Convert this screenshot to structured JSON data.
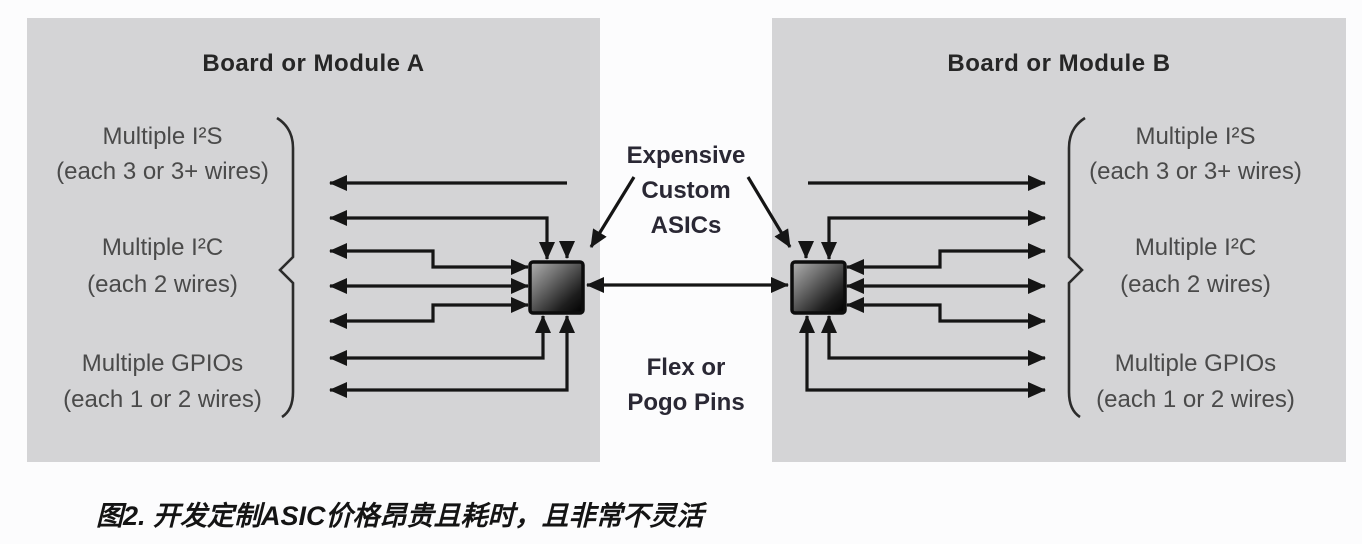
{
  "figure": {
    "caption": "图2. 开发定制ASIC价格昂贵且耗时，且非常不灵活"
  },
  "panel_a": {
    "title": "Board or Module A",
    "groups": [
      {
        "name": "Multiple I²S",
        "detail": "(each 3 or 3+ wires)"
      },
      {
        "name": "Multiple I²C",
        "detail": "(each 2 wires)"
      },
      {
        "name": "Multiple GPIOs",
        "detail": "(each 1 or 2 wires)"
      }
    ]
  },
  "panel_b": {
    "title": "Board or Module B",
    "groups": [
      {
        "name": "Multiple I²S",
        "detail": "(each 3 or 3+ wires)"
      },
      {
        "name": "Multiple I²C",
        "detail": "(each 2 wires)"
      },
      {
        "name": "Multiple GPIOs",
        "detail": "(each 1 or 2 wires)"
      }
    ]
  },
  "center": {
    "asic_annotation": [
      "Expensive",
      "Custom",
      "ASICs"
    ],
    "link_annotation": [
      "Flex or",
      "Pogo Pins"
    ]
  },
  "colors": {
    "page_bg": "#fcfcfd",
    "panel_bg": "#d4d4d6",
    "wire": "#151515",
    "label_text": "#4a4a4a",
    "title_text": "#262626",
    "annotation_text": "#2a2834",
    "asic_gradient_light": "#b2b2b2",
    "asic_gradient_dark": "#000000"
  }
}
